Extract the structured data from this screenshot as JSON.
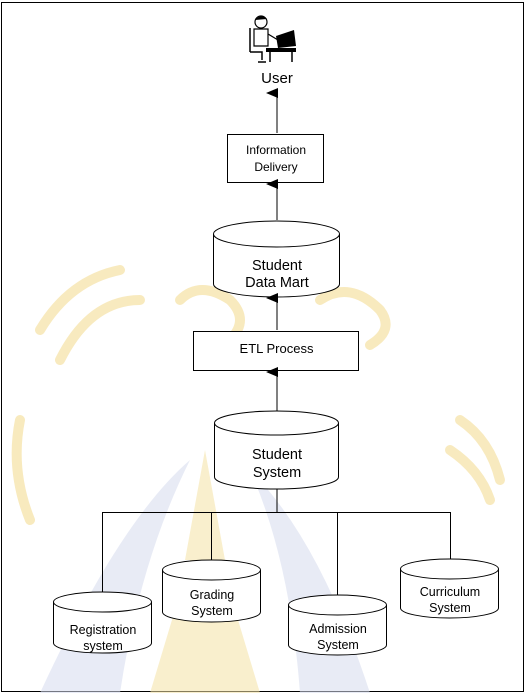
{
  "diagram": {
    "user_label": "User",
    "information_delivery": "Information\nDelivery",
    "data_mart": "Student\nData Mart",
    "etl_process": "ETL Process",
    "student_system": "Student\nSystem",
    "sources": [
      "Registration\nsystem",
      "Grading\nSystem",
      "Admission\nSystem",
      "Curriculum\nSystem"
    ]
  },
  "colors": {
    "line": "#000000",
    "watermark_gold": "#f3d98a",
    "watermark_blue": "#c9cfe6"
  }
}
